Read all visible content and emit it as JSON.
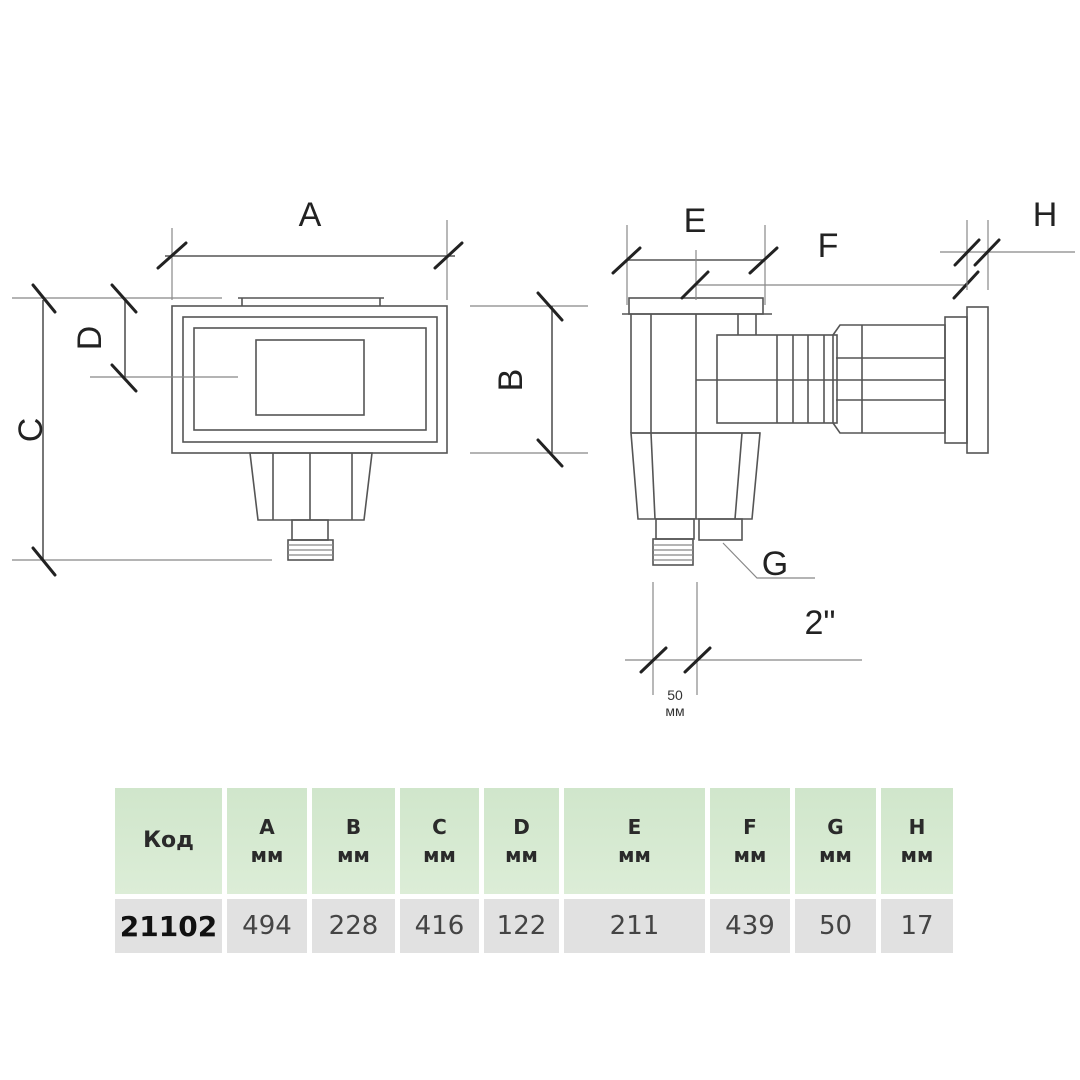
{
  "drawing": {
    "labels": {
      "A": "A",
      "B": "B",
      "C": "C",
      "D": "D",
      "E": "E",
      "F": "F",
      "G": "G",
      "H": "H"
    },
    "pipe_size": "2\"",
    "width_value": "50",
    "width_unit": "мм"
  },
  "table": {
    "headers": [
      {
        "name": "Код",
        "unit": ""
      },
      {
        "name": "A",
        "unit": "мм"
      },
      {
        "name": "B",
        "unit": "мм"
      },
      {
        "name": "C",
        "unit": "мм"
      },
      {
        "name": "D",
        "unit": "мм"
      },
      {
        "name": "E",
        "unit": "мм"
      },
      {
        "name": "F",
        "unit": "мм"
      },
      {
        "name": "G",
        "unit": "мм"
      },
      {
        "name": "H",
        "unit": "мм"
      }
    ],
    "rows": [
      [
        "21102",
        "494",
        "228",
        "416",
        "122",
        "211",
        "439",
        "50",
        "17"
      ]
    ]
  }
}
